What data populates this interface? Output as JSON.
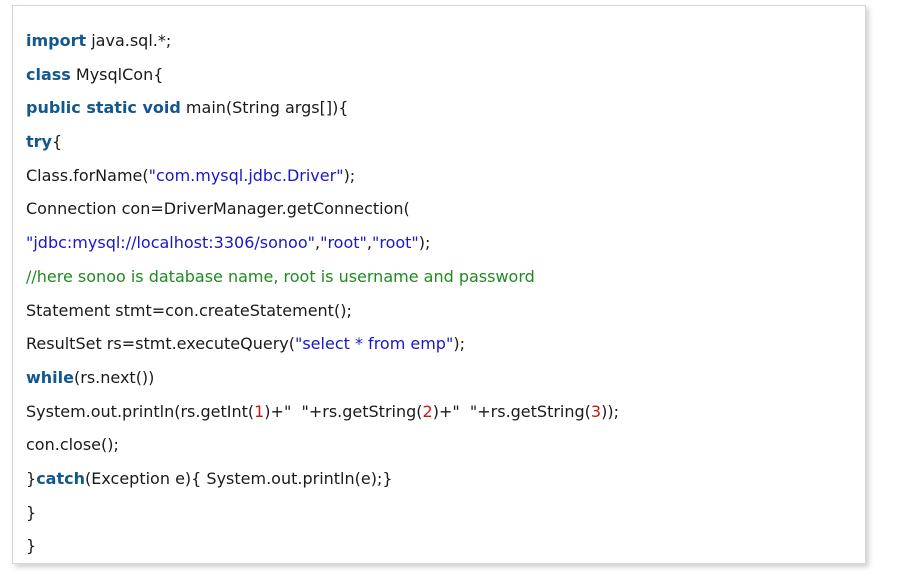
{
  "code_block": {
    "lines": [
      [
        {
          "t": "kw",
          "v": "import"
        },
        {
          "t": "txt",
          "v": " java.sql.*;"
        }
      ],
      [
        {
          "t": "kw",
          "v": "class"
        },
        {
          "t": "txt",
          "v": " MysqlCon{"
        }
      ],
      [
        {
          "t": "kw",
          "v": "public static void"
        },
        {
          "t": "txt",
          "v": " main(String args[]){"
        }
      ],
      [
        {
          "t": "kw",
          "v": "try"
        },
        {
          "t": "txt",
          "v": "{"
        }
      ],
      [
        {
          "t": "txt",
          "v": "Class.forName("
        },
        {
          "t": "str",
          "v": "\"com.mysql.jdbc.Driver\""
        },
        {
          "t": "txt",
          "v": ");"
        }
      ],
      [
        {
          "t": "txt",
          "v": "Connection con=DriverManager.getConnection("
        }
      ],
      [
        {
          "t": "str",
          "v": "\"jdbc:mysql://localhost:3306/sonoo\""
        },
        {
          "t": "txt",
          "v": ","
        },
        {
          "t": "str",
          "v": "\"root\""
        },
        {
          "t": "txt",
          "v": ","
        },
        {
          "t": "str",
          "v": "\"root\""
        },
        {
          "t": "txt",
          "v": ");"
        }
      ],
      [
        {
          "t": "cmt",
          "v": "//here sonoo is database name, root is username and password"
        }
      ],
      [
        {
          "t": "txt",
          "v": "Statement stmt=con.createStatement();"
        }
      ],
      [
        {
          "t": "txt",
          "v": "ResultSet rs=stmt.executeQuery("
        },
        {
          "t": "str",
          "v": "\"select * from emp\""
        },
        {
          "t": "txt",
          "v": ");"
        }
      ],
      [
        {
          "t": "kw",
          "v": "while"
        },
        {
          "t": "txt",
          "v": "(rs.next())"
        }
      ],
      [
        {
          "t": "txt",
          "v": "System.out.println(rs.getInt("
        },
        {
          "t": "num",
          "v": "1"
        },
        {
          "t": "txt",
          "v": ")+\"  \"+rs.getString("
        },
        {
          "t": "num",
          "v": "2"
        },
        {
          "t": "txt",
          "v": ")+\"  \"+rs.getString("
        },
        {
          "t": "num",
          "v": "3"
        },
        {
          "t": "txt",
          "v": "));"
        }
      ],
      [
        {
          "t": "txt",
          "v": "con.close();"
        }
      ],
      [
        {
          "t": "txt",
          "v": "}"
        },
        {
          "t": "kw",
          "v": "catch"
        },
        {
          "t": "txt",
          "v": "(Exception e){ System.out.println(e);}"
        }
      ],
      [
        {
          "t": "txt",
          "v": "}"
        }
      ],
      [
        {
          "t": "txt",
          "v": "}"
        }
      ]
    ]
  },
  "colors": {
    "keyword": "#13578f",
    "string": "#1818c8",
    "number": "#c41a16",
    "comment": "#1f8a1f",
    "text": "#1a1a1a"
  }
}
